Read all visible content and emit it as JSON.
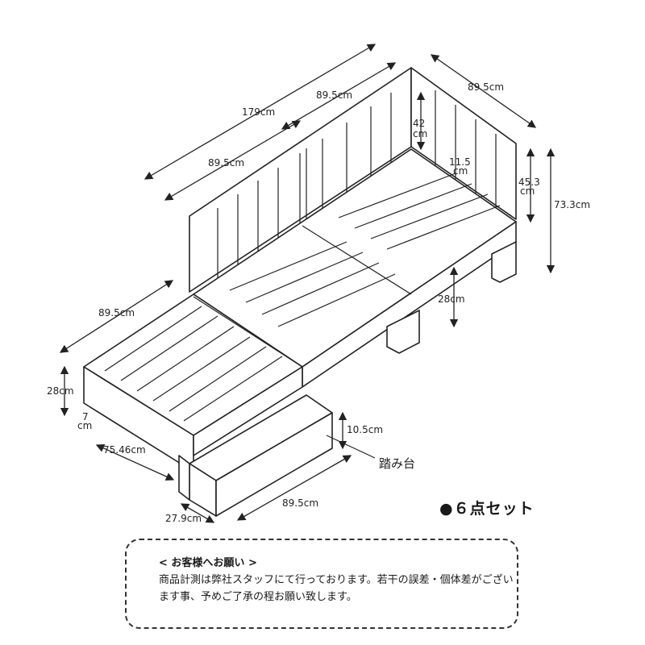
{
  "dimensions": {
    "total_length": "179cm",
    "back_section_upper": "89.5cm",
    "back_section_lower": "89.5cm",
    "right_width": "89.5cm",
    "rail_height": "42\ncm",
    "slat_gap": "11.5\ncm",
    "backrest_height": "45.3\ncm",
    "total_height": "73.3cm",
    "seat_height_right": "28cm",
    "bench_width": "89.5cm",
    "seat_height_left": "28cm",
    "frame_thickness": "7\ncm",
    "bench_depth": "75.46cm",
    "step_height": "10.5cm",
    "step_depth": "27.9cm",
    "step_width": "89.5cm"
  },
  "step_label": "踏み台",
  "set_label": "●６点セット",
  "notice": {
    "title": "< お客様へお願い >",
    "body": "商品計測は弊社スタッフにて行っております。若干の誤差・個体差がございます事、予めご了承の程お願い致します。"
  }
}
